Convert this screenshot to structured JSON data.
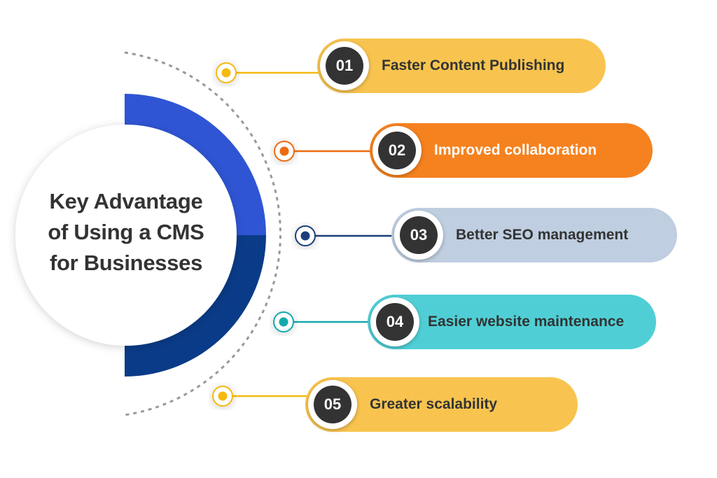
{
  "title": {
    "lines": [
      "Key Advantage",
      "of Using a CMS",
      "for Businesses"
    ]
  },
  "items": [
    {
      "number": "01",
      "label": "Faster Content Publishing",
      "color": "#F8C44F",
      "text_color": "#333333",
      "node_color": "#F5B910"
    },
    {
      "number": "02",
      "label": "Improved collaboration",
      "color": "#F5821F",
      "text_color": "#ffffff",
      "node_color": "#EE6A0E"
    },
    {
      "number": "03",
      "label": "Better SEO management",
      "color": "#BFCEE0",
      "text_color": "#333333",
      "node_color": "#1A3F7A"
    },
    {
      "number": "04",
      "label": "Easier website maintenance",
      "color": "#4FCFD5",
      "text_color": "#333333",
      "node_color": "#14A8AE"
    },
    {
      "number": "05",
      "label": "Greater scalability",
      "color": "#F8C44F",
      "text_color": "#333333",
      "node_color": "#F5B910"
    }
  ],
  "colors": {
    "ring_top": "#2F55D4",
    "ring_bottom": "#0A3B88",
    "dotted_arc": "#999999",
    "number_bg": "#333333"
  }
}
